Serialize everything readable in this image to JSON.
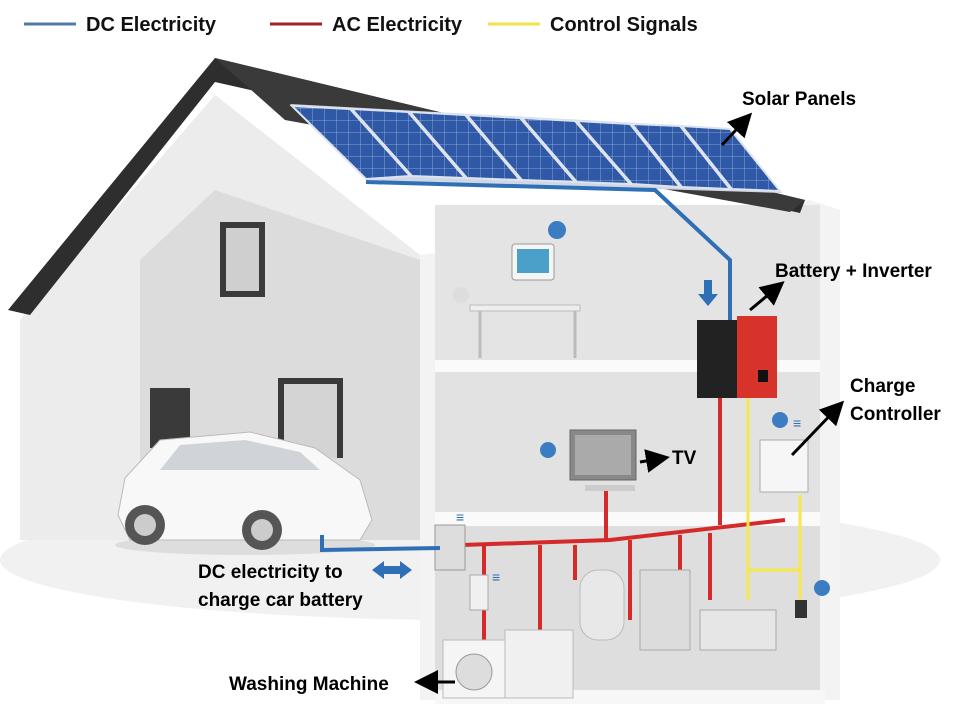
{
  "legend": [
    {
      "label": "DC Electricity",
      "color": "#4f7ba8"
    },
    {
      "label": "AC Electricity",
      "color": "#c0282a"
    },
    {
      "label": "Control Signals",
      "color": "#f2e24a"
    }
  ],
  "labels": {
    "solar_panels": "Solar Panels",
    "battery_inverter": "Battery + Inverter",
    "charge_controller_1": "Charge",
    "charge_controller_2": "Controller",
    "tv": "TV",
    "dc_car_1": "DC electricity to",
    "dc_car_2": "charge car battery",
    "washing_machine": "Washing Machine"
  },
  "colors": {
    "dc": "#2f6fb5",
    "ac": "#d42a2a",
    "control": "#f5e84a",
    "roof": "#2e2e2e",
    "panel": "#2d55a0",
    "inverter": "#d8332a"
  }
}
